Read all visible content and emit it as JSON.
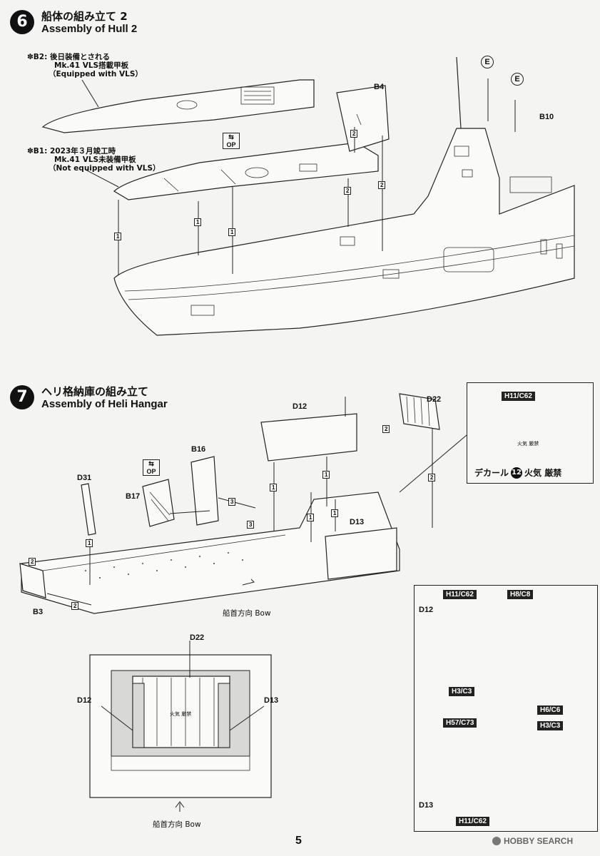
{
  "step6": {
    "number": "6",
    "title_jp": "船体の組み立て 2",
    "title_en": "Assembly of Hull 2",
    "note_b2_line1": "✽B2: 後日装備とされる",
    "note_b2_line2": "Mk.41 VLS搭載甲板",
    "note_b2_line3": "（Equipped with VLS）",
    "note_b1_line1": "✽B1: 2023年３月竣工時",
    "note_b1_line2": "Mk.41 VLS未装備甲板",
    "note_b1_line3": "（Not equipped with VLS）",
    "op_label": "OP",
    "parts": {
      "b4": "B4",
      "b10": "B10",
      "e": "E"
    },
    "step_nums": {
      "one": "1",
      "two": "2"
    }
  },
  "step7": {
    "number": "7",
    "title_jp": "ヘリ格納庫の組み立て",
    "title_en": "Assembly of Heli Hangar",
    "op_label": "OP",
    "parts": {
      "d12": "D12",
      "d22": "D22",
      "d31": "D31",
      "b16": "B16",
      "b17": "B17",
      "d13": "D13",
      "b3": "B3"
    },
    "step_nums": {
      "one": "1",
      "two": "2",
      "three": "3"
    },
    "bow_label": "船首方向 Bow",
    "decal_box": {
      "tag": "H11/C62",
      "small_text": "火気 厳禁",
      "decal_label": "デカール",
      "decal_number": "12",
      "decal_text": "火気 厳禁"
    },
    "bottom_view": {
      "d22": "D22",
      "d12": "D12",
      "d13": "D13",
      "small_text": "火気 厳禁",
      "bow_label": "船首方向 Bow"
    },
    "detail_box": {
      "d12": "D12",
      "d13": "D13",
      "tag_h11_top": "H11/C62",
      "tag_h8": "H8/C8",
      "tag_h3_a": "H3/C3",
      "tag_h6": "H6/C6",
      "tag_h3_b": "H3/C3",
      "tag_h57": "H57/C73",
      "tag_h11_bottom": "H11/C62"
    }
  },
  "footer": {
    "page_number": "5",
    "watermark": "HOBBY SEARCH"
  }
}
